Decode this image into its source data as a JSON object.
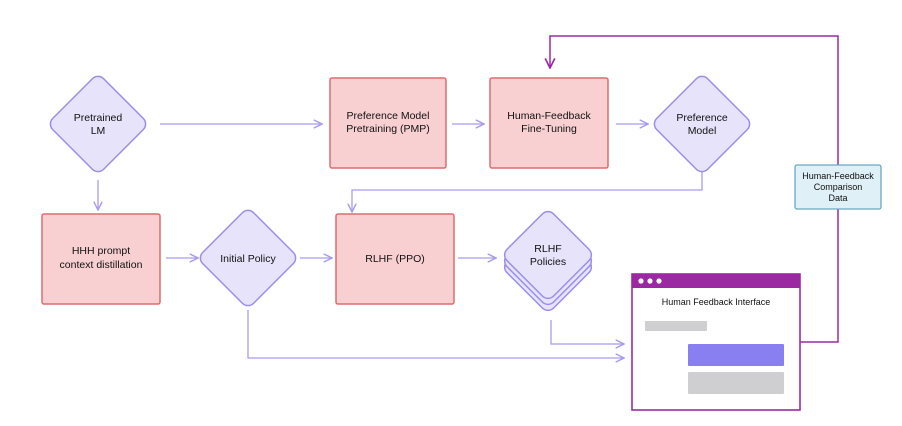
{
  "nodes": {
    "pretrained_lm": [
      "Pretrained",
      "LM"
    ],
    "pmp": [
      "Preference Model",
      "Pretraining (PMP)"
    ],
    "hf_finetuning": [
      "Human-Feedback",
      "Fine-Tuning"
    ],
    "preference_model": [
      "Preference",
      "Model"
    ],
    "hhh": [
      "HHH prompt",
      "context distillation"
    ],
    "initial_policy": [
      "Initial Policy"
    ],
    "rlhf_ppo": [
      "RLHF (PPO)"
    ],
    "rlhf_policies": [
      "RLHF",
      "Policies"
    ],
    "hf_comparison_data": [
      "Human-Feedback",
      "Comparison",
      "Data"
    ]
  },
  "interface": {
    "title": "Human Feedback Interface"
  },
  "colors": {
    "rect_fill": "#f8d0d2",
    "rect_stroke": "#e06a70",
    "diamond_fill": "#e6e3fb",
    "diamond_stroke": "#9b8ee8",
    "arrow": "#a99cf0",
    "feedback_line": "#9b2aa2",
    "comparison_fill": "#dff0f6",
    "comparison_stroke": "#6aa6c4",
    "bubble_gray": "#cfcfd2",
    "bubble_purple": "#8a7ff0"
  }
}
